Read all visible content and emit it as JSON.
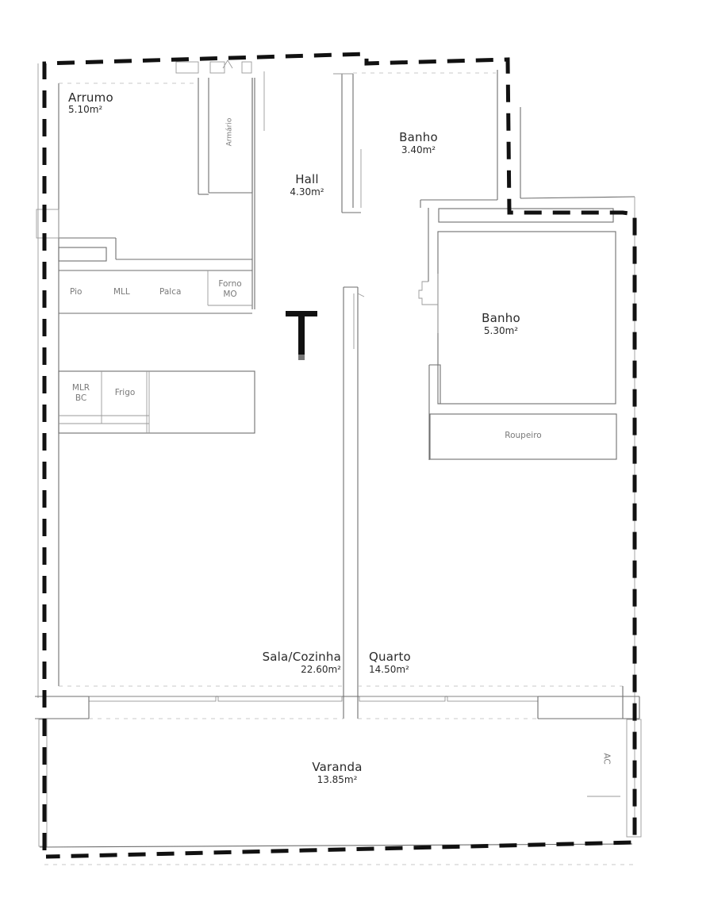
{
  "plan": {
    "rooms": [
      {
        "id": "arrumo",
        "name": "Arrumo",
        "area": "5.10m²"
      },
      {
        "id": "hall",
        "name": "Hall",
        "area": "4.30m²"
      },
      {
        "id": "banho1",
        "name": "Banho",
        "area": "3.40m²"
      },
      {
        "id": "banho2",
        "name": "Banho",
        "area": "5.30m²"
      },
      {
        "id": "sala",
        "name": "Sala/Cozinha",
        "area": "22.60m²"
      },
      {
        "id": "quarto",
        "name": "Quarto",
        "area": "14.50m²"
      },
      {
        "id": "varanda",
        "name": "Varanda",
        "area": "13.85m²"
      }
    ],
    "fixtures": {
      "armario": "Armário",
      "pio": "Pio",
      "mll": "MLL",
      "placa": "Palca",
      "forno_line1": "Forno",
      "forno_line2": "MO",
      "mlr_line1": "MLR",
      "mlr_line2": "BC",
      "frigo": "Frigo",
      "roupeiro": "Roupeiro",
      "ac": "AC"
    },
    "colors": {
      "boundary": "#111111",
      "walls": "#6e6e6e",
      "text": "#2a2a2a",
      "fixture_text": "#7a7a7a"
    }
  }
}
